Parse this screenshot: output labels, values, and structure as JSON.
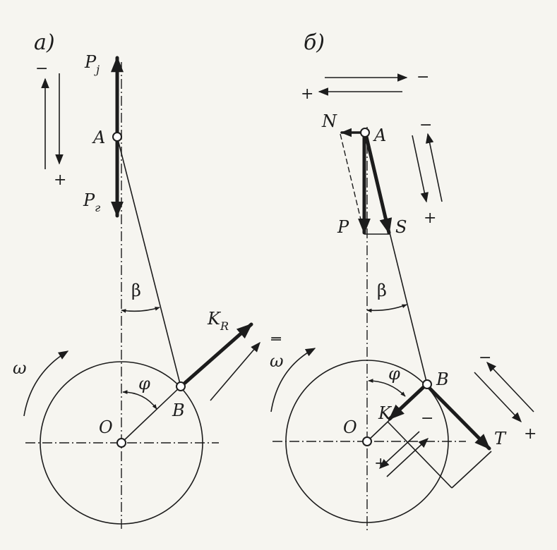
{
  "panel_a": {
    "title": "а)",
    "labels": {
      "pj_main": "P",
      "pj_sub": "j",
      "a": "A",
      "pg_main": "P",
      "pg_sub": "г",
      "beta": "β",
      "kr_main": "K",
      "kr_sub": "R",
      "omega": "ω",
      "phi": "φ",
      "o": "O",
      "b": "B"
    },
    "signs": {
      "minus_top": "−",
      "plus_bottom": "+",
      "minus_kr": "−"
    }
  },
  "panel_b": {
    "title": "б)",
    "labels": {
      "n": "N",
      "a": "A",
      "p": "P",
      "s": "S",
      "beta": "β",
      "omega": "ω",
      "phi": "φ",
      "b": "B",
      "k": "K",
      "o": "O",
      "t": "T"
    },
    "signs": {
      "minus_top": "−",
      "plus_top": "+",
      "minus_s": "−",
      "plus_s": "+",
      "minus_t": "−",
      "plus_t": "+",
      "minus_k": "−",
      "plus_k": "+"
    }
  },
  "colors": {
    "ink": "#1c1c1c",
    "paper": "#f6f5f0"
  }
}
